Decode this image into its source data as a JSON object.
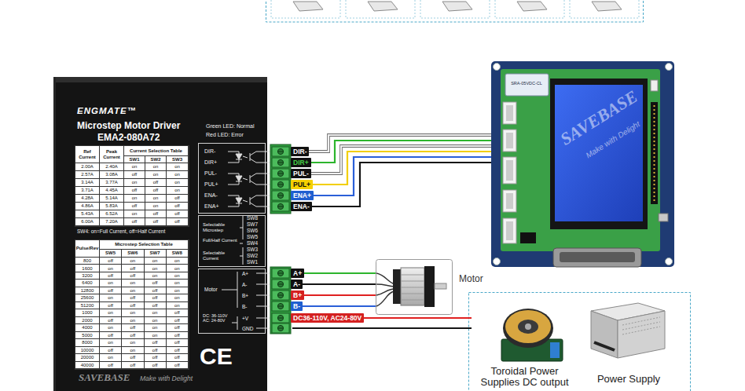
{
  "diagram": {
    "nodes": [
      {
        "text": [
          "ENGMATE™",
          "Microstep Motor Driver",
          "EMA2-080A72"
        ]
      },
      {
        "text": [
          "SRA-05VDC-CL"
        ]
      },
      {
        "text": [
          "Motor"
        ]
      },
      {
        "text": [
          "Toroidal Power Supplies DC output"
        ]
      },
      {
        "text": [
          "Power Supply"
        ]
      }
    ],
    "edges": [
      {
        "from": 0,
        "to": 1,
        "label": "DIR-",
        "arrow": "none"
      },
      {
        "from": 0,
        "to": 1,
        "label": "DIR+",
        "arrow": "none"
      },
      {
        "from": 0,
        "to": 1,
        "label": "PUL-",
        "arrow": "none"
      },
      {
        "from": 0,
        "to": 1,
        "label": "PUL+",
        "arrow": "none"
      },
      {
        "from": 0,
        "to": 1,
        "label": "ENA+",
        "arrow": "none"
      },
      {
        "from": 0,
        "to": 1,
        "label": "ENA-",
        "arrow": "none"
      },
      {
        "from": 0,
        "to": 2,
        "label": "A+",
        "arrow": "none"
      },
      {
        "from": 0,
        "to": 2,
        "label": "A-",
        "arrow": "none"
      },
      {
        "from": 0,
        "to": 2,
        "label": "B+",
        "arrow": "none"
      },
      {
        "from": 0,
        "to": 2,
        "label": "B-",
        "arrow": "none"
      },
      {
        "from": 0,
        "to": 3,
        "label": "DC36-110V, AC24-80V",
        "arrow": "none"
      },
      {
        "from": 0,
        "to": 3,
        "arrow": "none"
      }
    ],
    "labels": [
      "Green LED: Normal",
      "Red LED: Error",
      "Ref Current",
      "Peak Current",
      "Current Selection Table",
      "SW1",
      "SW2",
      "SW3",
      "2.00A",
      "2.40A",
      "on",
      "on",
      "on",
      "2.57A",
      "3.08A",
      "off",
      "on",
      "on",
      "3.14A",
      "3.77A",
      "on",
      "off",
      "on",
      "3.71A",
      "4.45A",
      "off",
      "off",
      "on",
      "4.28A",
      "5.14A",
      "on",
      "on",
      "off",
      "4.86A",
      "5.83A",
      "off",
      "on",
      "off",
      "5.43A",
      "6.52A",
      "on",
      "off",
      "off",
      "6.00A",
      "7.20A",
      "off",
      "off",
      "off",
      "SW4: on=Full Current, off=Half Current",
      "Pulse/Rev",
      "Microstep Selection Table",
      "SW5",
      "SW6",
      "SW7",
      "SW8",
      "800",
      "off",
      "on",
      "on",
      "on",
      "1600",
      "on",
      "off",
      "on",
      "on",
      "3200",
      "off",
      "off",
      "on",
      "on",
      "6400",
      "on",
      "on",
      "off",
      "on",
      "12800",
      "off",
      "on",
      "off",
      "on",
      "25600",
      "on",
      "off",
      "off",
      "on",
      "51200",
      "off",
      "off",
      "off",
      "on",
      "1000",
      "on",
      "on",
      "on",
      "off",
      "2000",
      "off",
      "on",
      "on",
      "off",
      "4000",
      "on",
      "off",
      "on",
      "off",
      "5000",
      "off",
      "off",
      "on",
      "off",
      "8000",
      "on",
      "on",
      "off",
      "off",
      "10000",
      "off",
      "on",
      "off",
      "off",
      "20000",
      "on",
      "off",
      "off",
      "off",
      "40000",
      "off",
      "off",
      "off",
      "off",
      "DIR-",
      "DIR+",
      "PUL-",
      "PUL+",
      "ENA-",
      "ENA+",
      "SW8",
      "SW7",
      "SW6",
      "SW5",
      "SW4",
      "SW3",
      "SW2",
      "SW1",
      "Selectable Microstep",
      "Full/Half Current",
      "Selectable Current",
      "Motor",
      "A+",
      "A-",
      "B+",
      "B-",
      "+V",
      "GND",
      "DC: 36-110V AC: 24-80V",
      "CE",
      "SAVEBASE",
      "Make with Delight",
      "SAVEBASE",
      "Make with Delight"
    ]
  }
}
